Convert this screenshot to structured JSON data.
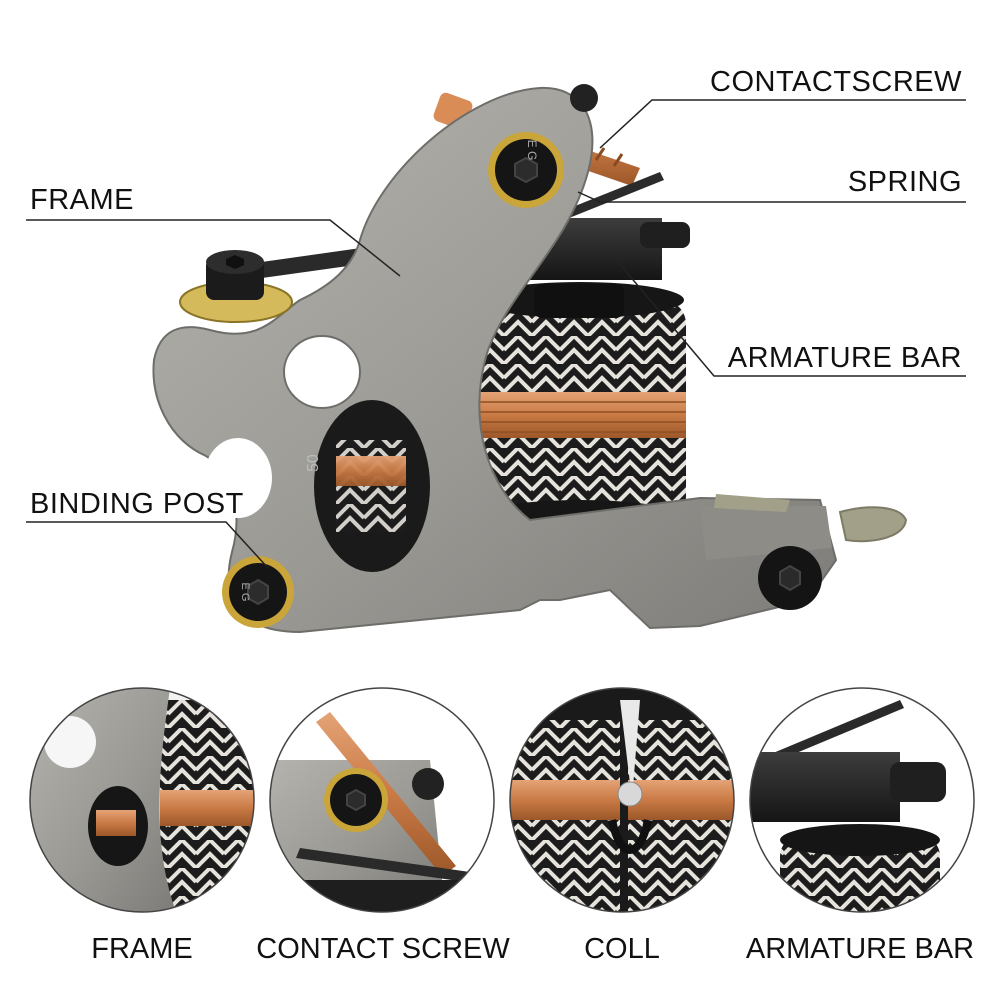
{
  "labels": {
    "contactscrew": "CONTACTSCREW",
    "spring": "SPRING",
    "frame": "FRAME",
    "armature_bar": "ARMATURE BAR",
    "binding_post": "BINDING POST"
  },
  "captions": [
    "FRAME",
    "CONTACT SCREW",
    "COLL",
    "ARMATURE BAR"
  ],
  "screw_marks": {
    "top": "E G",
    "left": "E G"
  },
  "coil_mark": "50",
  "colors": {
    "frame": "#9a9994",
    "frame_dark": "#6e6d69",
    "copper": "#c97a45",
    "brass": "#c9a53a",
    "coil_black": "#1c1c1c",
    "coil_white": "#e6e2dc",
    "steel_black": "#222222"
  }
}
